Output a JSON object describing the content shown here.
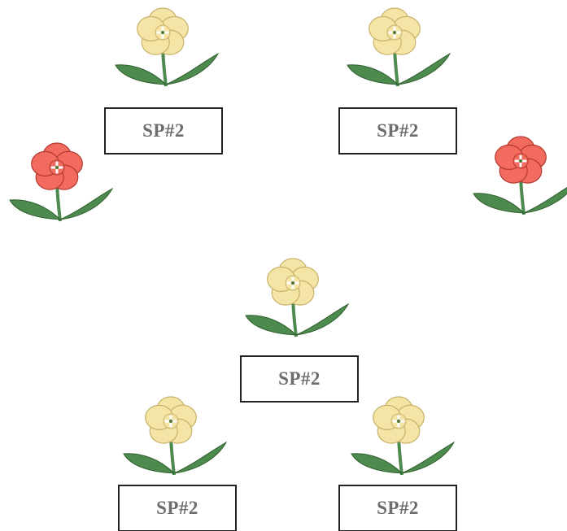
{
  "colors": {
    "yellow_petal": "#f4e4a6",
    "yellow_petal_edge": "#c8b26a",
    "red_petal": "#f26b5e",
    "red_petal_edge": "#b0392f",
    "leaf": "#4d8a4d",
    "leaf_edge": "#2f5e2f",
    "stem": "#4d8a4d",
    "label_text": "#6d6d6d",
    "box_border": "#222222"
  },
  "flowers": [
    {
      "id": "y1",
      "color": "yellow",
      "icon": "yellow-flower-icon"
    },
    {
      "id": "y2",
      "color": "yellow",
      "icon": "yellow-flower-icon"
    },
    {
      "id": "r1",
      "color": "red",
      "icon": "red-flower-icon"
    },
    {
      "id": "r2",
      "color": "red",
      "icon": "red-flower-icon"
    },
    {
      "id": "y3",
      "color": "yellow",
      "icon": "yellow-flower-icon"
    },
    {
      "id": "y4",
      "color": "yellow",
      "icon": "yellow-flower-icon"
    },
    {
      "id": "y5",
      "color": "yellow",
      "icon": "yellow-flower-icon"
    }
  ],
  "labels": [
    {
      "text": "SP#2"
    },
    {
      "text": "SP#2"
    },
    {
      "text": "SP#2"
    },
    {
      "text": "SP#2"
    },
    {
      "text": "SP#2"
    }
  ]
}
